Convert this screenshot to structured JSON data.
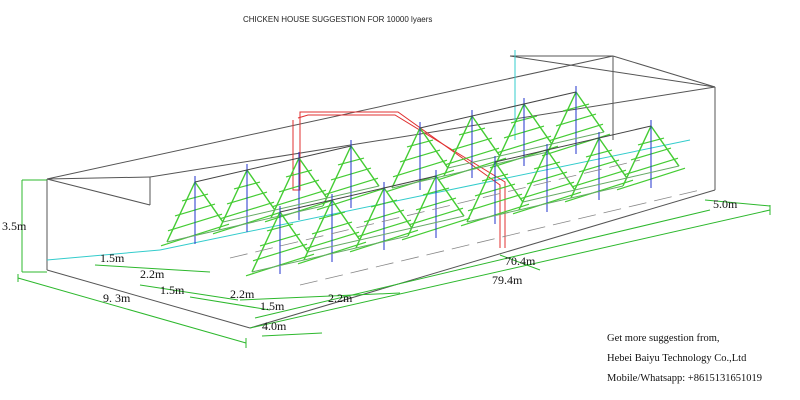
{
  "title": "CHICKEN HOUSE SUGGESTION FOR 10000 lyaers",
  "dimensions": {
    "height": "3.5m",
    "aisle_width_left": "1.5m",
    "cage_width_1": "2.2m",
    "aisle_width_mid": "1.5m",
    "cage_width_2": "2.2m",
    "aisle_width_front": "1.5m",
    "cage_width_front": "2.2m",
    "house_width": "9. 3m",
    "end_space": "4.0m",
    "far_end_space": "5.0m",
    "cage_row_length": "70.4m",
    "house_length": "79.4m"
  },
  "contact": {
    "line1": "Get more suggestion from,",
    "line2": "Hebei Baiyu Technology Co.,Ltd",
    "line3": "Mobile/Whatsapp: +8615131651019"
  },
  "colors": {
    "outline": "#555555",
    "dimension": "#2db82d",
    "cage": "#44cc33",
    "post": "#2233cc",
    "pipe": "#e03030",
    "axis": "#33cccc"
  }
}
